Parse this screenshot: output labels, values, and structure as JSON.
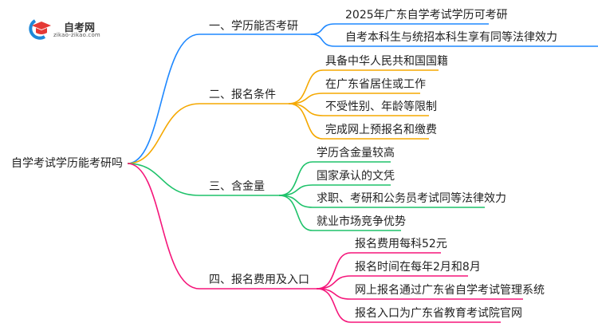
{
  "logo": {
    "title": "自考网",
    "url": "zikao-zikao.com"
  },
  "root": "自学考试学历能考研吗",
  "colors": {
    "b1": "#1e88ff",
    "b2": "#f5a800",
    "b3": "#1ec26a",
    "b4": "#f5157a"
  },
  "branches": [
    {
      "label": "一、学历能否考研",
      "children": [
        "2025年广东自学考试学历可考研",
        "自考本科生与统招本科生享有同等法律效力"
      ]
    },
    {
      "label": "二、报名条件",
      "children": [
        "具备中华人民共和国国籍",
        "在广东省居住或工作",
        "不受性别、年龄等限制",
        "完成网上预报名和缴费"
      ]
    },
    {
      "label": "三、含金量",
      "children": [
        "学历含金量较高",
        "国家承认的文凭",
        "求职、考研和公务员考试同等法律效力",
        "就业市场竞争优势"
      ]
    },
    {
      "label": "四、报名费用及入口",
      "children": [
        "报名费用每科52元",
        "报名时间在每年2月和8月",
        "网上报名通过广东省自学考试管理系统",
        "报名入口为广东省教育考试院官网"
      ]
    }
  ]
}
